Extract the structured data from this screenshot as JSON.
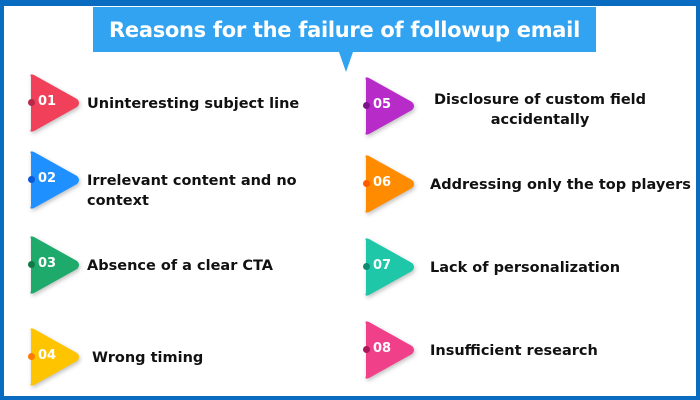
{
  "title": "Reasons for the failure of followup email",
  "items": [
    {
      "number": "01",
      "text": "Uninteresting subject line",
      "color": "#f0405a",
      "dot": "#b8284a"
    },
    {
      "number": "02",
      "text": "Irrelevant content and no context",
      "color": "#1e90ff",
      "dot": "#0a5ad8"
    },
    {
      "number": "03",
      "text": "Absence of a clear CTA",
      "color": "#1daa6a",
      "dot": "#0f7a48"
    },
    {
      "number": "04",
      "text": "Wrong timing",
      "color": "#ffc400",
      "dot": "#ff7a00"
    },
    {
      "number": "05",
      "text": "Disclosure of custom field accidentally",
      "color": "#b72bc8",
      "dot": "#7a168a"
    },
    {
      "number": "06",
      "text": "Addressing only the top players",
      "color": "#ff8c00",
      "dot": "#ff5a00"
    },
    {
      "number": "07",
      "text": "Lack of personalization",
      "color": "#1dc7a8",
      "dot": "#0f8a70"
    },
    {
      "number": "08",
      "text": "Insufficient research",
      "color": "#f0408a",
      "dot": "#a81858"
    }
  ]
}
